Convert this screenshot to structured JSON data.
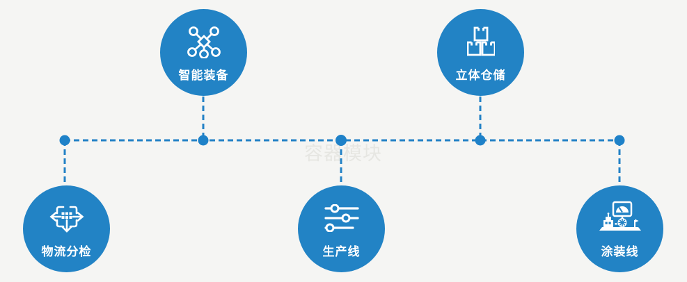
{
  "diagram": {
    "watermark": "容器模块",
    "nodes": [
      {
        "label": "智能装备",
        "icon": "network-nodes-icon"
      },
      {
        "label": "立体仓储",
        "icon": "stacked-boxes-icon"
      },
      {
        "label": "物流分检",
        "icon": "sorting-arrows-icon"
      },
      {
        "label": "生产线",
        "icon": "sliders-icon"
      },
      {
        "label": "涂装线",
        "icon": "workstation-icon"
      }
    ],
    "colors": {
      "background": "#f5f5f3",
      "node_fill": "#2283c5",
      "connector_line": "#2281c6",
      "connector_dot": "#1e81c8",
      "label_text": "#ffffff",
      "watermark_text": "#e6e6e2"
    }
  }
}
